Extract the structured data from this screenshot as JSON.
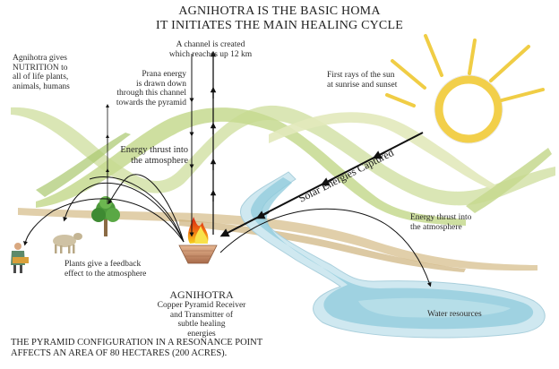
{
  "title": {
    "line1": "AGNIHOTRA IS THE BASIC HOMA",
    "line2": "IT INITIATES THE MAIN HEALING CYCLE"
  },
  "labels": {
    "nutrition": "Agnihotra gives\nNUTRITION to\nall of life plants,\nanimals, humans",
    "channel": "A channel is created\nwhich reaches up 12 km",
    "prana": "Prana energy\nis drawn down\nthrough this channel\ntowards the pyramid",
    "first_rays": "First rays of the sun\nat sunrise and sunset",
    "energy_thrust_left": "Energy thrust into\nthe atmosphere",
    "solar": "Solar Energies Captured",
    "energy_thrust_right": "Energy thrust into\nthe atmosphere",
    "plants_feedback": "Plants give a feedback\neffect to the atmosphere",
    "agnihotra_title": "AGNIHOTRA",
    "agnihotra_desc": "Copper Pyramid Receiver\nand Transmitter of\nsubtle healing\nenergies",
    "water": "Water resources"
  },
  "footer": "THE PYRAMID CONFIGURATION IN A RESONANCE POINT\nAFFECTS AN AREA OF 80 HECTARES (200 ACRES).",
  "icons": {
    "sun": "sun-icon",
    "fire": "fire-pyramid-icon",
    "tree": "tree-icon",
    "cow": "cow-icon",
    "human": "human-icon"
  },
  "colors": {
    "hill_green": "#c9dc98",
    "hill_green_dark": "#a9c86e",
    "earth_band": "#d8c294",
    "water": "#8fcbdc",
    "water_light": "#cfe8f0",
    "sun": "#f2cf4a",
    "arrow": "#111111"
  }
}
